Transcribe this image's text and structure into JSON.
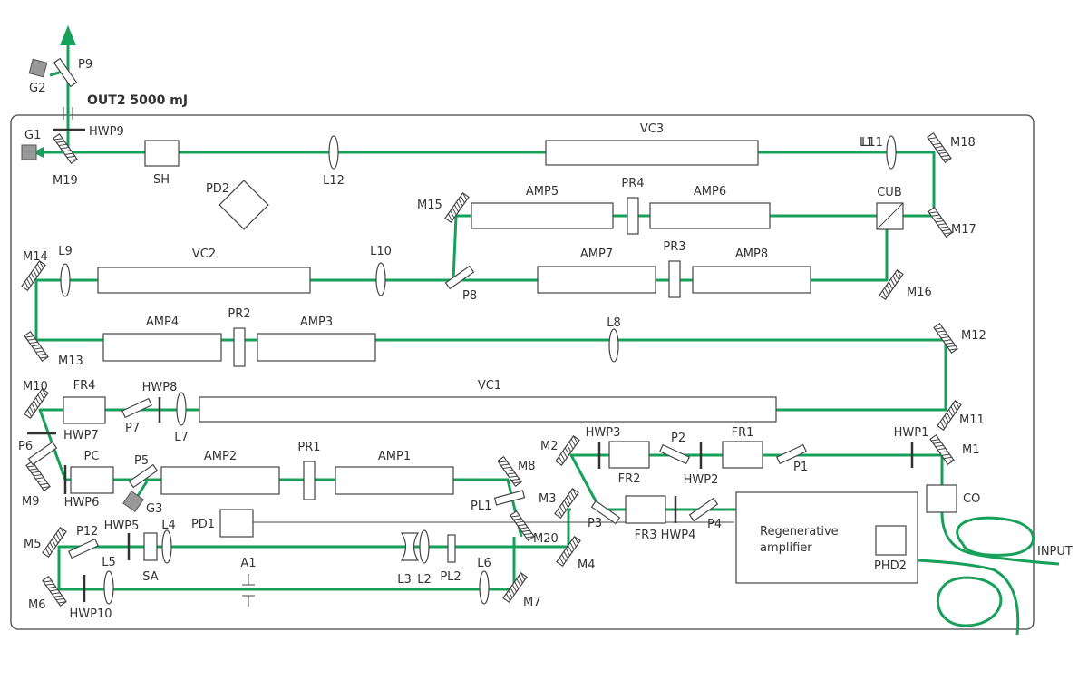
{
  "output_label": "OUT2 5000 mJ",
  "input_label": "INPUT",
  "regen_label": [
    "Regenerative",
    "amplifier"
  ],
  "labels": {
    "VC1": "VC1",
    "VC2": "VC2",
    "VC3": "VC3",
    "AMP1": "AMP1",
    "AMP2": "AMP2",
    "AMP3": "AMP3",
    "AMP4": "AMP4",
    "AMP5": "AMP5",
    "AMP6": "AMP6",
    "AMP7": "AMP7",
    "AMP8": "AMP8",
    "PR1": "PR1",
    "PR2": "PR2",
    "PR3": "PR3",
    "PR4": "PR4",
    "FR1": "FR1",
    "FR2": "FR2",
    "FR3": "FR3",
    "FR4": "FR4",
    "PC": "PC",
    "SH": "SH",
    "SA": "SA",
    "CUB": "CUB",
    "CO": "CO",
    "PD1": "PD1",
    "PD2": "PD2",
    "PHD2": "PHD2",
    "M1": "M1",
    "M2": "M2",
    "M3": "M3",
    "M4": "M4",
    "M5": "M5",
    "M6": "M6",
    "M7": "M7",
    "M8": "M8",
    "M9": "M9",
    "M10": "M10",
    "M11": "M11",
    "M12": "M12",
    "M13": "M13",
    "M14": "M14",
    "M15": "M15",
    "M16": "M16",
    "M17": "M17",
    "M18": "M18",
    "M19": "M19",
    "M20": "M20",
    "L1": "L1",
    "L2": "L2",
    "L3": "L3",
    "L4": "L4",
    "L5": "L5",
    "L6": "L6",
    "L7": "L7",
    "L8": "L8",
    "L9": "L9",
    "L10": "L10",
    "L11": "L11",
    "L12": "L12",
    "P1": "P1",
    "P2": "P2",
    "P3": "P3",
    "P4": "P4",
    "P5": "P5",
    "P6": "P6",
    "P7": "P7",
    "P8": "P8",
    "P9": "P9",
    "P12": "P12",
    "PL1": "PL1",
    "PL2": "PL2",
    "HWP1": "HWP1",
    "HWP2": "HWP2",
    "HWP3": "HWP3",
    "HWP4": "HWP4",
    "HWP5": "HWP5",
    "HWP6": "HWP6",
    "HWP7": "HWP7",
    "HWP8": "HWP8",
    "HWP9": "HWP9",
    "HWP10": "HWP10",
    "G1": "G1",
    "G2": "G2",
    "G3": "G3",
    "A1": "A1"
  },
  "colors": {
    "beam": "#16a05a",
    "outline": "#444444",
    "beam_dump": "#999999"
  }
}
